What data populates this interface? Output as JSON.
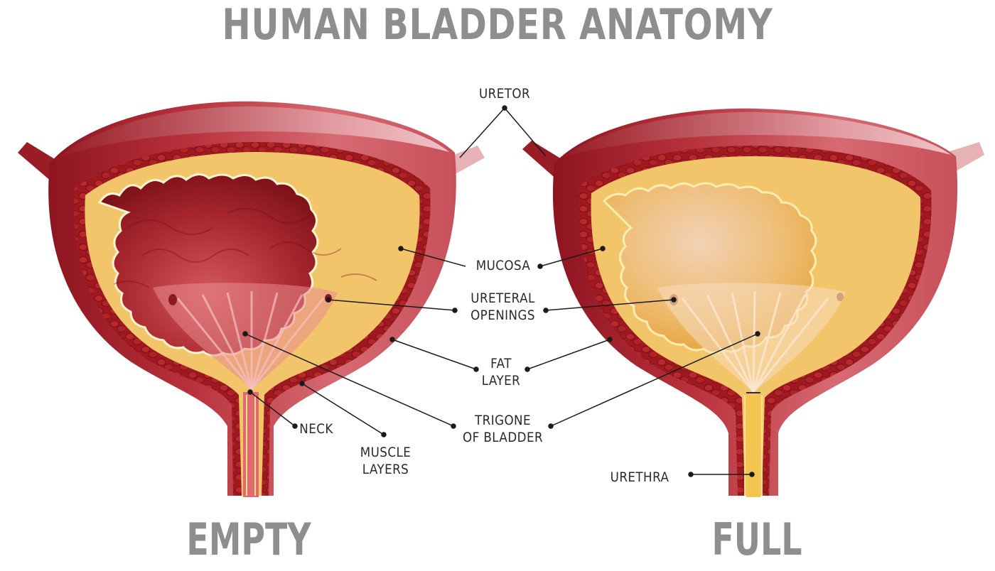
{
  "title": "HUMAN BLADDER ANATOMY",
  "states": {
    "empty": "EMPTY",
    "full": "FULL"
  },
  "labels": {
    "uretor": "URETOR",
    "mucosa": "MUCOSA",
    "ureteral_openings": [
      "URETERAL",
      "OPENINGS"
    ],
    "fat_layer": [
      "FAT",
      "LAYER"
    ],
    "trigone": [
      "TRIGONE",
      "OF BLADDER"
    ],
    "neck": "NECK",
    "muscle_layers": [
      "MUSCLE",
      "LAYERS"
    ],
    "urethra": "URETHRA"
  },
  "colors": {
    "muscle_dark": "#8e1420",
    "muscle_light": "#e8a0a6",
    "fat": "#b01e22",
    "mucosa_line": "#ffe08a",
    "empty_lumen": "#8b1a22",
    "full_lumen": "#e6a83a",
    "text_gray": "#8e8e8e"
  }
}
